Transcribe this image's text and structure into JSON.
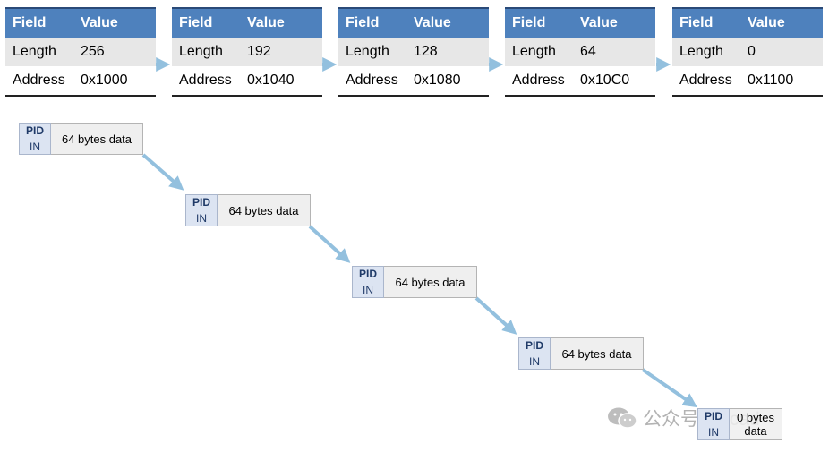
{
  "headers": {
    "field": "Field",
    "value": "Value"
  },
  "descriptors": [
    {
      "length_label": "Length",
      "length": "256",
      "address_label": "Address",
      "address": "0x1000"
    },
    {
      "length_label": "Length",
      "length": "192",
      "address_label": "Address",
      "address": "0x1040"
    },
    {
      "length_label": "Length",
      "length": "128",
      "address_label": "Address",
      "address": "0x1080"
    },
    {
      "length_label": "Length",
      "length": "64",
      "address_label": "Address",
      "address": "0x10C0"
    },
    {
      "length_label": "Length",
      "length": "0",
      "address_label": "Address",
      "address": "0x1100"
    }
  ],
  "packets": [
    {
      "pid": "PID",
      "token": "IN",
      "data": "64 bytes data"
    },
    {
      "pid": "PID",
      "token": "IN",
      "data": "64 bytes data"
    },
    {
      "pid": "PID",
      "token": "IN",
      "data": "64 bytes data"
    },
    {
      "pid": "PID",
      "token": "IN",
      "data": "64 bytes data"
    },
    {
      "pid": "PID",
      "token": "IN",
      "data": "0 bytes data"
    }
  ],
  "colors": {
    "header": "#4e81bd",
    "arrow": "#93c0de",
    "pid_bg": "#dce4f2"
  },
  "watermark": {
    "text": "公众号 · kicad",
    "icon": "wechat-icon"
  }
}
